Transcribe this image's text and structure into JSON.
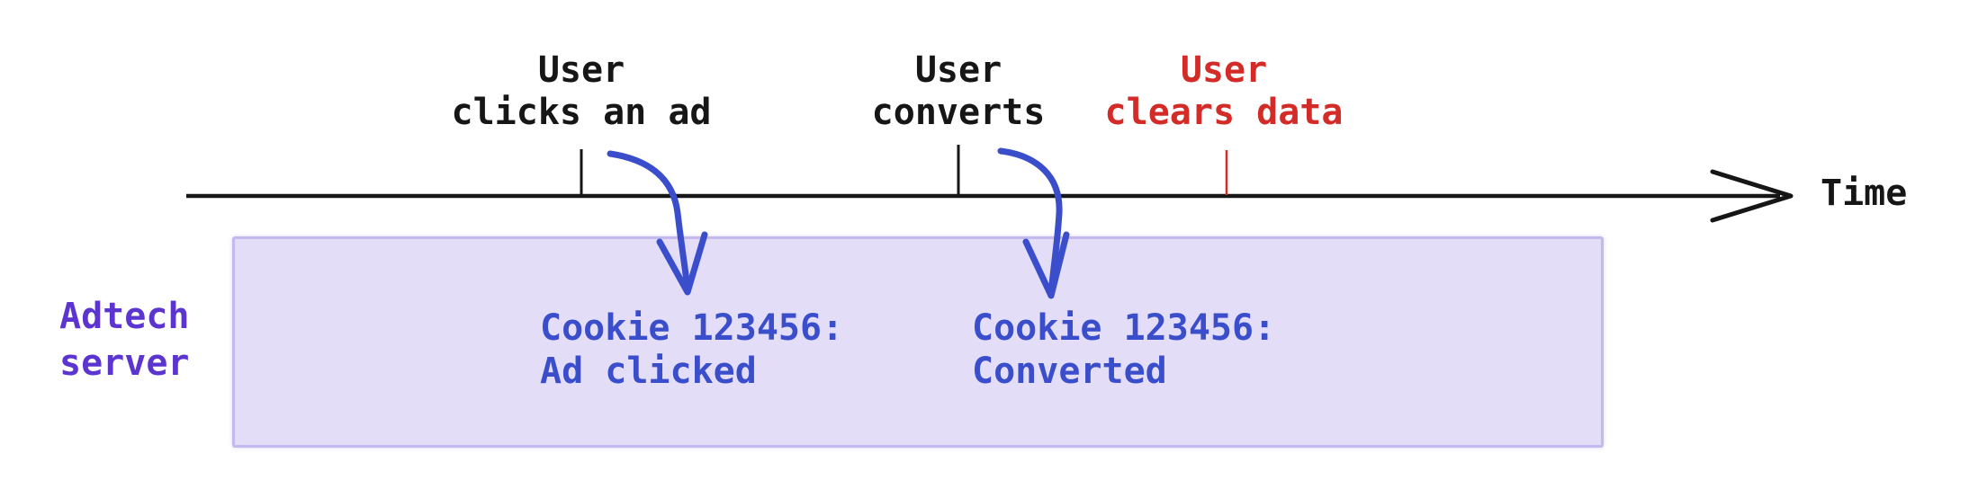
{
  "diagram": {
    "axis": {
      "label": "Time"
    },
    "events": [
      {
        "line1": "User",
        "line2": "clicks an ad",
        "status": "normal"
      },
      {
        "line1": "User",
        "line2": "converts",
        "status": "normal"
      },
      {
        "line1": "User",
        "line2": "clears data",
        "status": "cleared"
      }
    ],
    "server": {
      "line1": "Adtech",
      "line2": "server"
    },
    "cookie_entries": [
      {
        "line1": "Cookie 123456:",
        "line2": "Ad clicked"
      },
      {
        "line1": "Cookie 123456:",
        "line2": "Converted"
      }
    ]
  },
  "colors": {
    "ink": "#161616",
    "red": "#d32b27",
    "blue": "#3a4ecb",
    "purple": "#5c35d0",
    "box-fill": "#e3ddf8",
    "box-border": "#c4b9ef",
    "bg": "#ffffff"
  }
}
